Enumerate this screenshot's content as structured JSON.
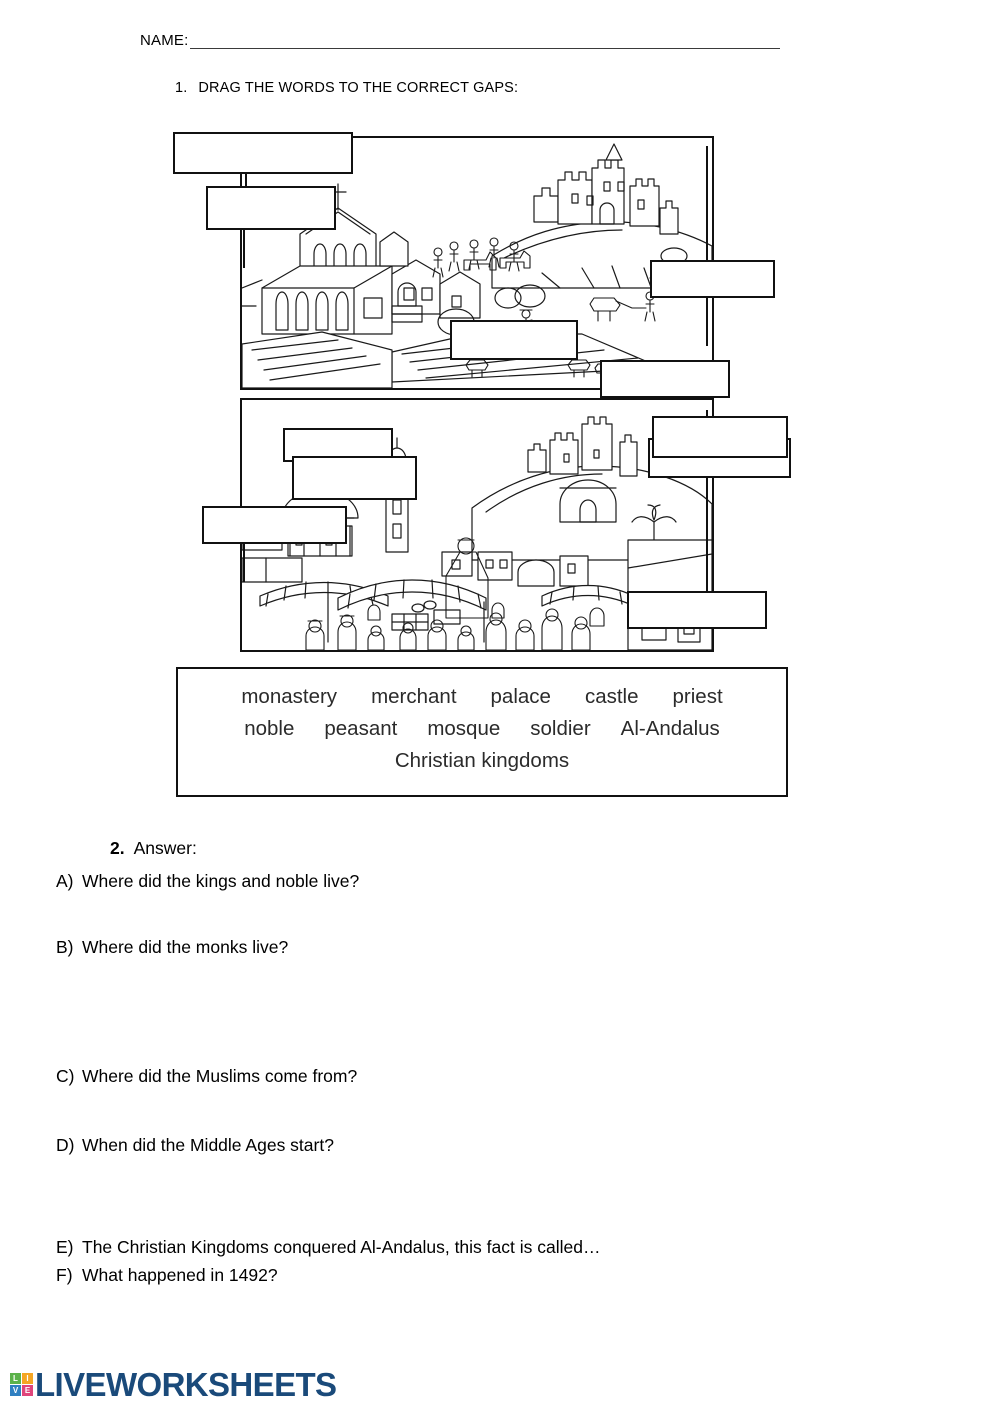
{
  "header": {
    "name_label": "NAME:",
    "name_value": ""
  },
  "task1": {
    "number": "1.",
    "instruction": "DRAG THE WORDS TO THE CORRECT GAPS:"
  },
  "illustration": {
    "top_scene": {
      "alt": "medieval christian town with church, castle on hill, peasants farming",
      "gaps": [
        {
          "name": "gap-1",
          "value": ""
        },
        {
          "name": "gap-2",
          "value": ""
        },
        {
          "name": "gap-3",
          "value": ""
        },
        {
          "name": "gap-4",
          "value": ""
        },
        {
          "name": "gap-5",
          "value": ""
        },
        {
          "name": "gap-6",
          "value": ""
        },
        {
          "name": "gap-7",
          "value": ""
        }
      ]
    },
    "bottom_scene": {
      "alt": "al-andalus town with mosque, alcazar fortress and market souk",
      "gaps": [
        {
          "name": "gap-8",
          "value": ""
        },
        {
          "name": "gap-9",
          "value": ""
        },
        {
          "name": "gap-10",
          "value": ""
        },
        {
          "name": "gap-11",
          "value": ""
        }
      ]
    }
  },
  "word_bank": {
    "row1": [
      "monastery",
      "merchant",
      "palace",
      "castle",
      "priest"
    ],
    "row2": [
      "noble",
      "peasant",
      "mosque",
      "soldier",
      "Al-Andalus"
    ],
    "row3": [
      "Christian kingdoms"
    ]
  },
  "task2": {
    "number": "2.",
    "label": "Answer:",
    "questions": [
      {
        "letter": "A)",
        "text": "Where did the kings and noble live?"
      },
      {
        "letter": "B)",
        "text": "Where did the monks live?"
      },
      {
        "letter": "C)",
        "text": "Where did the Muslims come from?"
      },
      {
        "letter": "D)",
        "text": "When did the Middle Ages start?"
      },
      {
        "letter": "E)",
        "text": "The Christian Kingdoms conquered Al-Andalus, this fact is called…"
      },
      {
        "letter": "F)",
        "text": "What happened in 1492?"
      }
    ]
  },
  "footer": {
    "brand": "LIVEWORKSHEETS",
    "tiles": [
      {
        "letter": "L",
        "color": "#5bb24a"
      },
      {
        "letter": "I",
        "color": "#f5a623"
      },
      {
        "letter": "V",
        "color": "#2f7fc1"
      },
      {
        "letter": "E",
        "color": "#e0457b"
      }
    ],
    "brand_color": "#1a4a7a"
  }
}
